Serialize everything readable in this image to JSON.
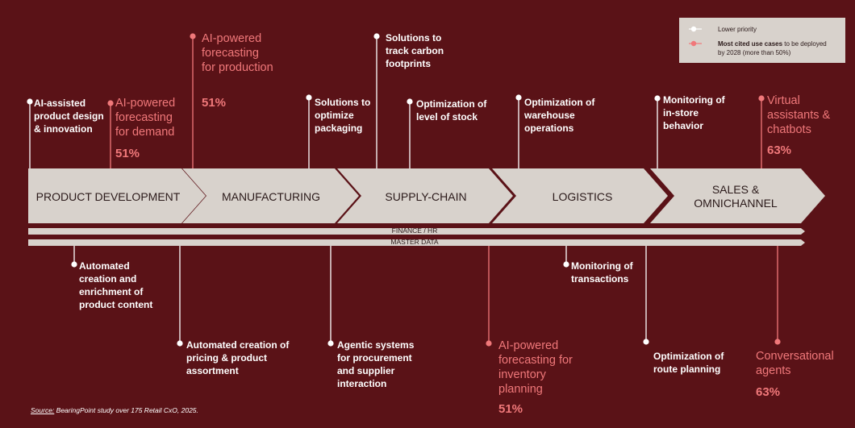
{
  "stages": [
    {
      "label": "PRODUCT DEVELOPMENT"
    },
    {
      "label": "MANUFACTURING"
    },
    {
      "label": "SUPPLY-CHAIN"
    },
    {
      "label": "LOGISTICS"
    },
    {
      "label": "SALES &\nOMNICHANNEL"
    }
  ],
  "bars": {
    "finance": "FINANCE / HR",
    "master": "MASTER DATA"
  },
  "legend": {
    "lower": "Lower priority",
    "most_cited_bold": "Most cited use cases",
    "most_cited_rest": " to be deployed",
    "most_cited_line2": "by 2028 (more than 50%)"
  },
  "use_cases_top": [
    {
      "text": "AI-assisted\nproduct design\n& innovation",
      "highlight": false
    },
    {
      "text": "AI-powered\nforecasting\nfor demand",
      "highlight": true,
      "percent": "51%"
    },
    {
      "text": "AI-powered\nforecasting\nfor production",
      "highlight": true,
      "percent": "51%"
    },
    {
      "text": "Solutions to\noptimize\npackaging",
      "highlight": false
    },
    {
      "text": "Solutions to\ntrack carbon\nfootprints",
      "highlight": false
    },
    {
      "text": "Optimization of\nlevel of stock",
      "highlight": false
    },
    {
      "text": "Optimization of\nwarehouse\noperations",
      "highlight": false
    },
    {
      "text": "Monitoring of\nin-store\nbehavior",
      "highlight": false
    },
    {
      "text": "Virtual\nassistants &\nchatbots",
      "highlight": true,
      "percent": "63%"
    }
  ],
  "use_cases_bottom": [
    {
      "text": "Automated\ncreation and\nenrichment of\nproduct content",
      "highlight": false
    },
    {
      "text": "Automated creation of\npricing & product\nassortment",
      "highlight": false
    },
    {
      "text": "Agentic systems\nfor procurement\nand supplier\ninteraction",
      "highlight": false
    },
    {
      "text": "AI-powered\nforecasting for\ninventory\nplanning",
      "highlight": true,
      "percent": "51%"
    },
    {
      "text": "Monitoring of\ntransactions",
      "highlight": false
    },
    {
      "text": "Optimization of\nroute planning",
      "highlight": false
    },
    {
      "text": "Conversational\nagents",
      "highlight": true,
      "percent": "63%"
    }
  ],
  "source": {
    "prefix": "Source:",
    "text": " BearingPoint study over 175 Retail CxO, 2025."
  },
  "colors": {
    "background": "#5a1217",
    "chevron": "#d8d2cc",
    "highlight": "#f0787a",
    "text": "#ffffff",
    "dark_text": "#2b1a1a"
  }
}
